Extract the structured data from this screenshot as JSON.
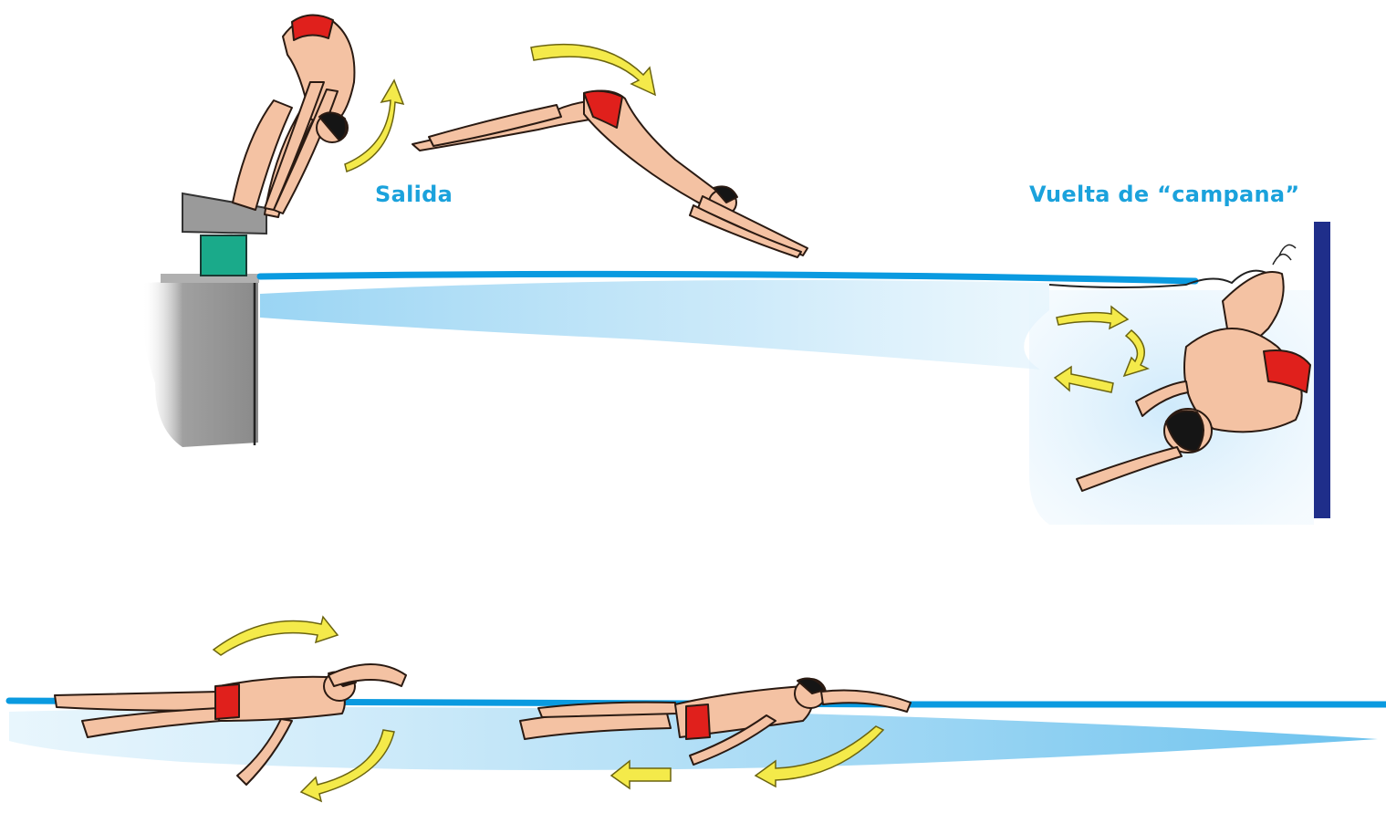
{
  "labels": {
    "start": "Salida",
    "turn": "Vuelta de “campana”"
  },
  "colors": {
    "label_text": "#1ba2dc",
    "water_line": "#0a9ae0",
    "water_light": "#bfe4f8",
    "water_mid": "#8fd0f2",
    "skin": "#f4c2a3",
    "skin_outline": "#2a1a12",
    "swimsuit": "#e0201c",
    "cap": "#151515",
    "arrow_fill": "#f4ea4a",
    "arrow_outline": "#6b6410",
    "block_top": "#9a9a9a",
    "block_stem": "#1aaa8a",
    "pool_wall": "#8f8f8f",
    "turn_wall": "#1f2e8a"
  },
  "icons": [
    "curved-arrow-icon",
    "swimmer-figure",
    "starting-block",
    "pool-wall"
  ]
}
